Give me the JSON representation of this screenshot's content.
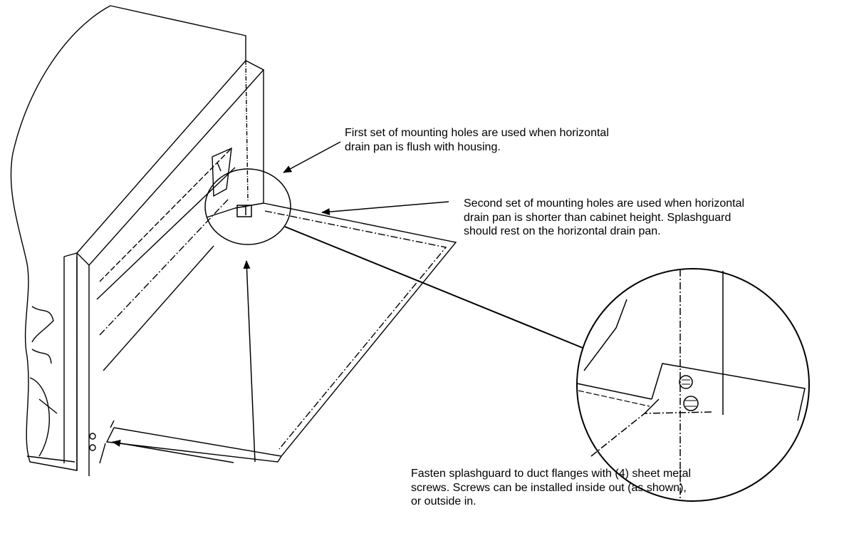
{
  "callouts": {
    "first_holes": "First set of mounting holes are used when horizontal\ndrain pan is flush with housing.",
    "second_holes": "Second set of mounting holes are used when horizontal\ndrain pan is shorter than cabinet height.  Splashguard\nshould rest on the horizontal drain pan.",
    "fasten": "Fasten splashguard to duct flanges with (4) sheet metal\nscrews.  Screws can be installed inside out (as shown),\nor outside in."
  },
  "colors": {
    "line": "#000000",
    "background": "#ffffff"
  }
}
